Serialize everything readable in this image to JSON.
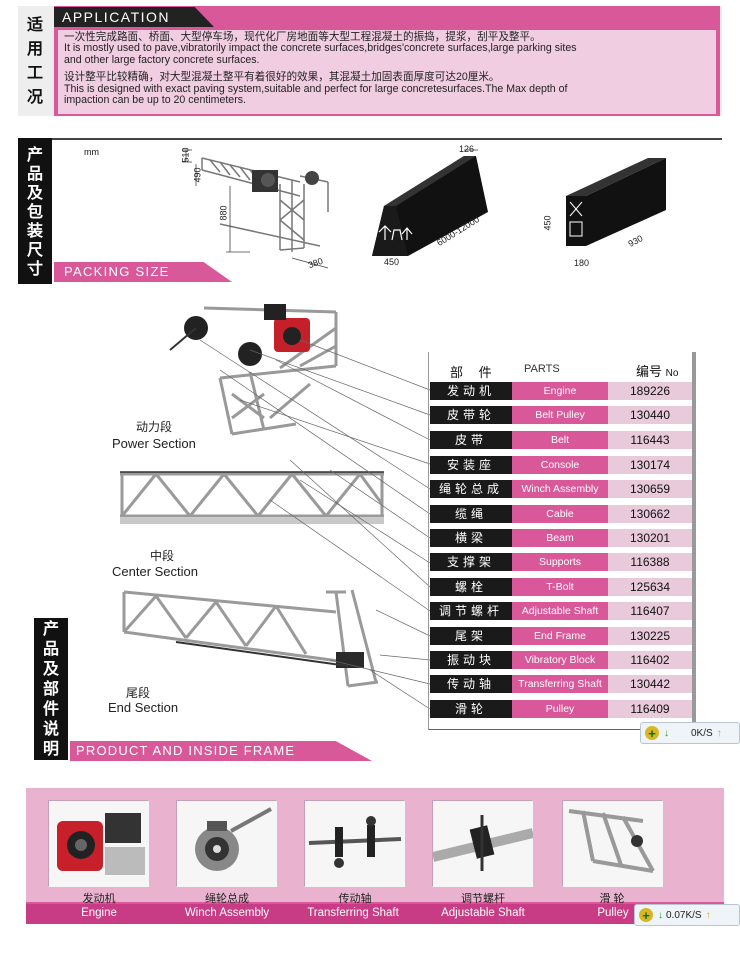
{
  "application": {
    "side_label": [
      "适",
      "用",
      "工",
      "况"
    ],
    "title": "APPLICATION",
    "lines": [
      "一次性完成路面、桥面、大型停车场，现代化厂房地面等大型工程混凝土的振捣，提浆，刮平及整平。",
      "It is mostly used to pave,vibratorily impact the concrete surfaces,bridges'concrete surfaces,large parking sites",
      "and other large factory concrete surfaces.",
      "设计整平比较精确，对大型混凝土整平有着很好的效果，其混凝土加固表面厚度可达20厘米。",
      "This is designed with exact paving system,suitable and perfect for large concretesurfaces.The Max depth of",
      "impaction can be up to 20 centimeters."
    ]
  },
  "packing": {
    "side_label": [
      "产",
      "品",
      "及",
      "包",
      "装",
      "尺",
      "寸"
    ],
    "title": "PACKING SIZE",
    "unit": "mm",
    "dims": {
      "frame_510": "510",
      "frame_490": "490",
      "frame_880": "880",
      "frame_380": "380",
      "prism_126": "126",
      "prism_450": "450",
      "prism_len": "6000-12000",
      "box_450": "450",
      "box_930": "930",
      "box_180": "180"
    }
  },
  "parts": {
    "side_label": [
      "产",
      "品",
      "及",
      "部",
      "件",
      "说",
      "明"
    ],
    "title": "PRODUCT AND INSIDE FRAME",
    "sections": [
      {
        "cn": "动力段",
        "en": "Power Section"
      },
      {
        "cn": "中段",
        "en": "Center  Section"
      },
      {
        "cn": "尾段",
        "en": "End Section"
      }
    ],
    "header": {
      "cn": "部  件",
      "en": "PARTS",
      "no_cn": "编号",
      "no_en": "No"
    },
    "rows": [
      {
        "cn": "发动机",
        "en": "Engine",
        "no": "189226"
      },
      {
        "cn": "皮带轮",
        "en": "Belt Pulley",
        "no": "130440"
      },
      {
        "cn": "皮带",
        "en": "Belt",
        "no": "116443"
      },
      {
        "cn": "安装座",
        "en": "Console",
        "no": "130174"
      },
      {
        "cn": "绳轮总成",
        "en": "Winch Assembly",
        "no": "130659"
      },
      {
        "cn": "缆绳",
        "en": "Cable",
        "no": "130662"
      },
      {
        "cn": "横梁",
        "en": "Beam",
        "no": "130201"
      },
      {
        "cn": "支撑架",
        "en": "Supports",
        "no": "116388"
      },
      {
        "cn": "螺栓",
        "en": "T-Bolt",
        "no": "125634"
      },
      {
        "cn": "调节螺杆",
        "en": "Adjustable Shaft",
        "no": "116407"
      },
      {
        "cn": "尾架",
        "en": "End Frame",
        "no": "130225"
      },
      {
        "cn": "振动块",
        "en": "Vibratory Block",
        "no": "116402"
      },
      {
        "cn": "传动轴",
        "en": "Transferring Shaft",
        "no": "130442"
      },
      {
        "cn": "滑轮",
        "en": "Pulley",
        "no": "116409"
      }
    ]
  },
  "gallery": [
    {
      "cn": "发动机",
      "en": "Engine"
    },
    {
      "cn": "绳轮总成",
      "en": "Winch Assembly"
    },
    {
      "cn": "传动轴",
      "en": "Transferring Shaft"
    },
    {
      "cn": "调节螺杆",
      "en": "Adjustable Shaft"
    },
    {
      "cn": "滑  轮",
      "en": "Pulley"
    }
  ],
  "speed_widgets": [
    {
      "text": "0K/S"
    },
    {
      "text": "0.07K/S"
    }
  ],
  "colors": {
    "accent": "#d9589a",
    "dark": "#111111",
    "light_pink": "#f0cde0"
  }
}
